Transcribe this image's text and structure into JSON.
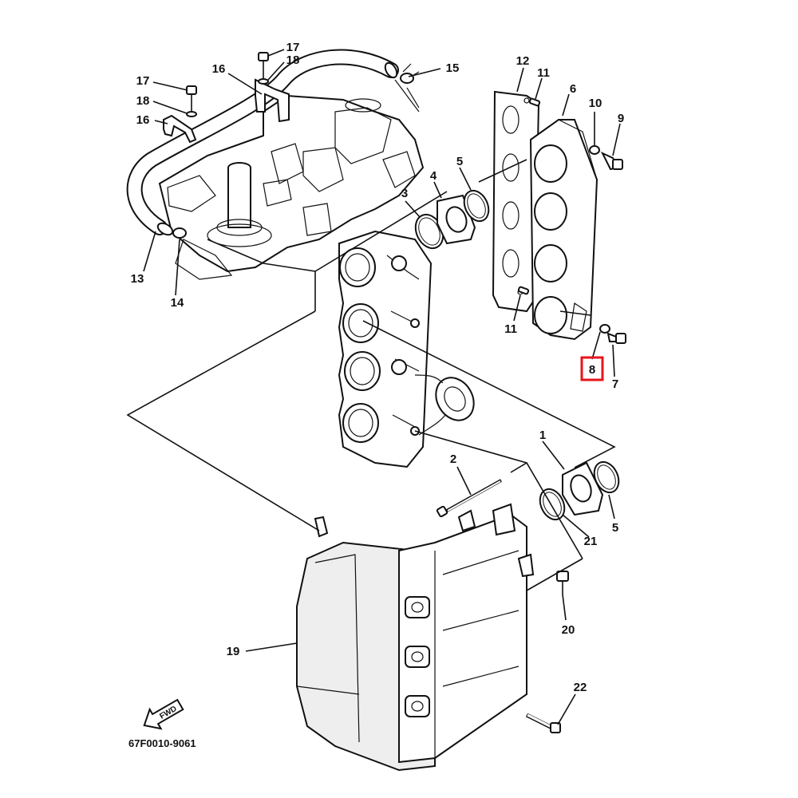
{
  "diagram": {
    "catalog_code": "67F0010-9061",
    "fwd_label": "FWD",
    "highlight_color": "#e8141b",
    "callouts": [
      {
        "id": "c1",
        "text": "1"
      },
      {
        "id": "c2",
        "text": "2"
      },
      {
        "id": "c3",
        "text": "3"
      },
      {
        "id": "c4",
        "text": "4"
      },
      {
        "id": "c5a",
        "text": "5"
      },
      {
        "id": "c5b",
        "text": "5"
      },
      {
        "id": "c6",
        "text": "6"
      },
      {
        "id": "c7",
        "text": "7"
      },
      {
        "id": "c8",
        "text": "8",
        "highlighted": true
      },
      {
        "id": "c9",
        "text": "9"
      },
      {
        "id": "c10",
        "text": "10"
      },
      {
        "id": "c11a",
        "text": "11"
      },
      {
        "id": "c11b",
        "text": "11"
      },
      {
        "id": "c12",
        "text": "12"
      },
      {
        "id": "c13",
        "text": "13"
      },
      {
        "id": "c14",
        "text": "14"
      },
      {
        "id": "c15",
        "text": "15"
      },
      {
        "id": "c16a",
        "text": "16"
      },
      {
        "id": "c16b",
        "text": "16"
      },
      {
        "id": "c17a",
        "text": "17"
      },
      {
        "id": "c17b",
        "text": "17"
      },
      {
        "id": "c18a",
        "text": "18"
      },
      {
        "id": "c18b",
        "text": "18"
      },
      {
        "id": "c19",
        "text": "19"
      },
      {
        "id": "c20",
        "text": "20"
      },
      {
        "id": "c21",
        "text": "21"
      },
      {
        "id": "c22",
        "text": "22"
      }
    ]
  }
}
